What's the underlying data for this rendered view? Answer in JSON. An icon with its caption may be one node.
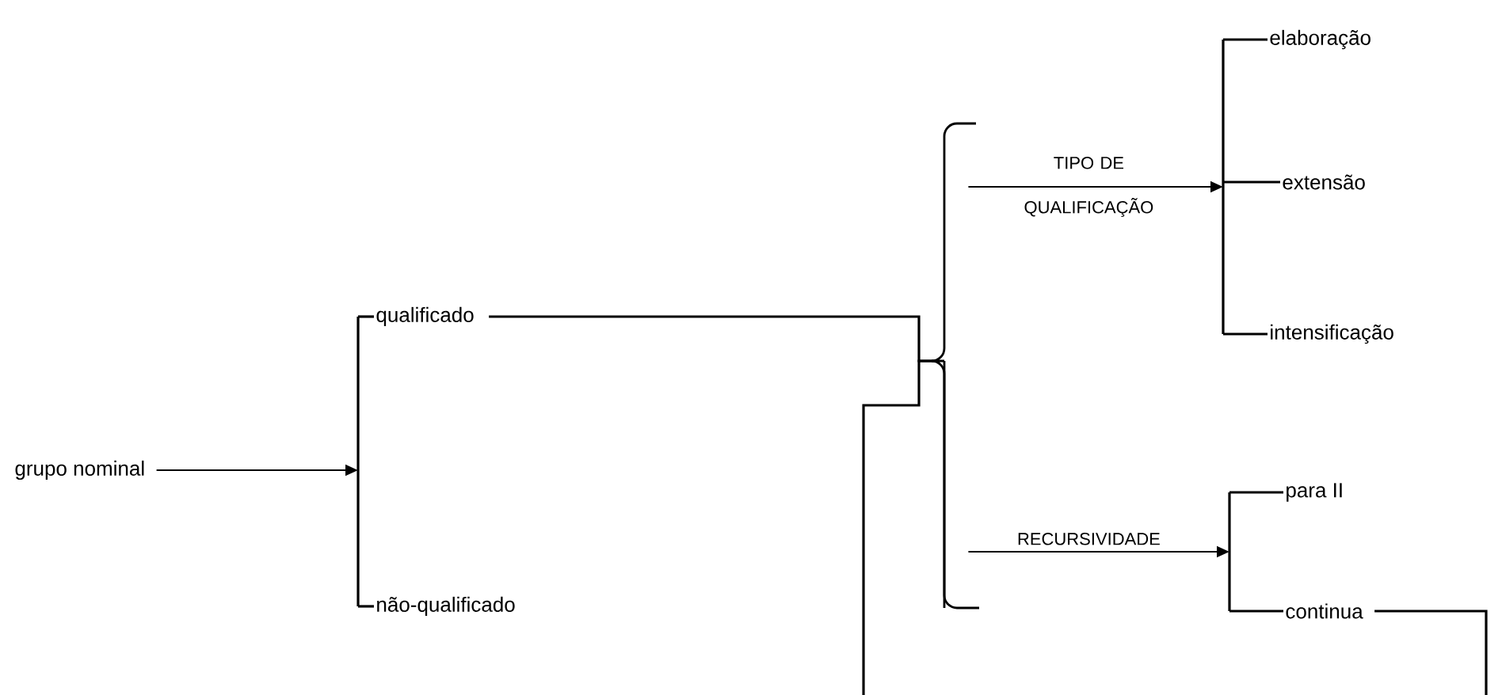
{
  "diagram": {
    "nodes": [
      {
        "text": [
          "grupo nominal"
        ]
      },
      {
        "text": [
          "qualificado"
        ]
      },
      {
        "text": [
          "não-qualificado"
        ]
      },
      {
        "text": [
          "elaboração"
        ]
      },
      {
        "text": [
          "extensão"
        ]
      },
      {
        "text": [
          "intensificação"
        ]
      },
      {
        "text": [
          "para II"
        ]
      },
      {
        "text": [
          "continua"
        ]
      },
      {
        "text": [],
        "shape": "bar"
      },
      {
        "text": [],
        "shape": "brace"
      },
      {
        "text": [],
        "shape": "bar"
      },
      {
        "text": [],
        "shape": "bar"
      }
    ],
    "edges": [
      {
        "from": 0,
        "to": 8,
        "arrow": "to"
      },
      {
        "from": 8,
        "to": 1,
        "arrow": "none"
      },
      {
        "from": 8,
        "to": 2,
        "arrow": "none"
      },
      {
        "from": 1,
        "to": 9,
        "arrow": "none"
      },
      {
        "from": 7,
        "to": 9,
        "arrow": "none"
      },
      {
        "from": 9,
        "to": 10,
        "arrow": "to",
        "label": "TIPO DE QUALIFICAÇÃO"
      },
      {
        "from": 9,
        "to": 11,
        "arrow": "to",
        "label": "RECURSIVIDADE"
      },
      {
        "from": 10,
        "to": 3,
        "arrow": "none"
      },
      {
        "from": 10,
        "to": 4,
        "arrow": "none"
      },
      {
        "from": 10,
        "to": 5,
        "arrow": "none"
      },
      {
        "from": 11,
        "to": 6,
        "arrow": "none"
      },
      {
        "from": 11,
        "to": 7,
        "arrow": "none"
      }
    ]
  }
}
